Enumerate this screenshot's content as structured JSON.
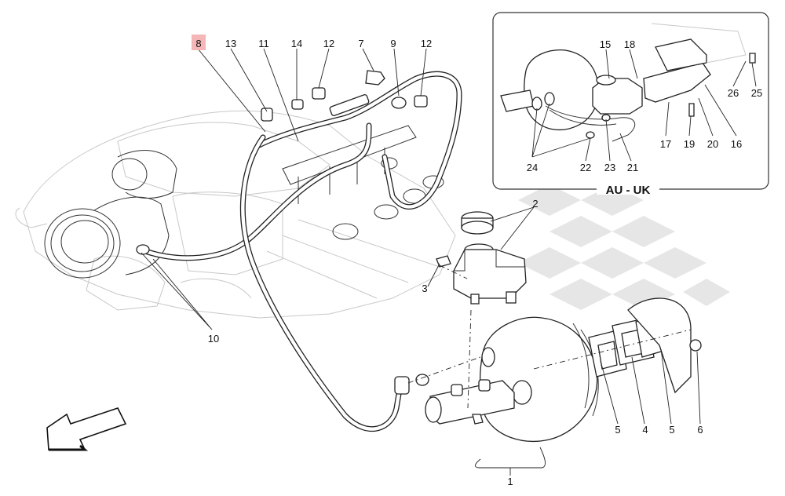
{
  "highlight_color": "#f4b6b6",
  "callouts": {
    "c1": "1",
    "c2": "2",
    "c3": "3",
    "c4": "4",
    "c5a": "5",
    "c5b": "5",
    "c6": "6",
    "c7": "7",
    "c8": "8",
    "c9": "9",
    "c10": "10",
    "c11": "11",
    "c12a": "12",
    "c12b": "12",
    "c13": "13",
    "c14": "14"
  },
  "inset": {
    "title": "AU - UK",
    "callouts": {
      "c15": "15",
      "c16": "16",
      "c17": "17",
      "c18": "18",
      "c19": "19",
      "c20": "20",
      "c21": "21",
      "c22": "22",
      "c23": "23",
      "c24": "24",
      "c25": "25",
      "c26": "26"
    }
  }
}
